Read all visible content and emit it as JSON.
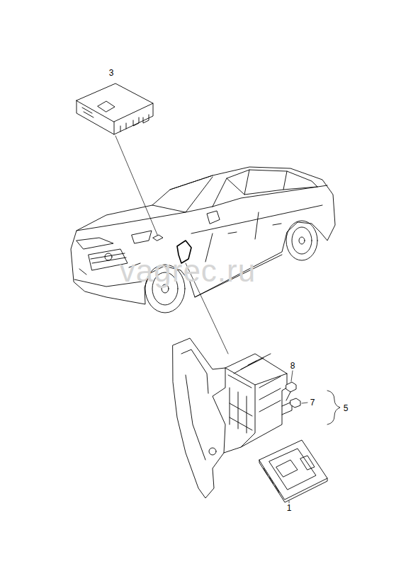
{
  "diagram": {
    "labels": [
      "3",
      "8",
      "7",
      "5",
      "1",
      "vagrec.ru"
    ]
  }
}
